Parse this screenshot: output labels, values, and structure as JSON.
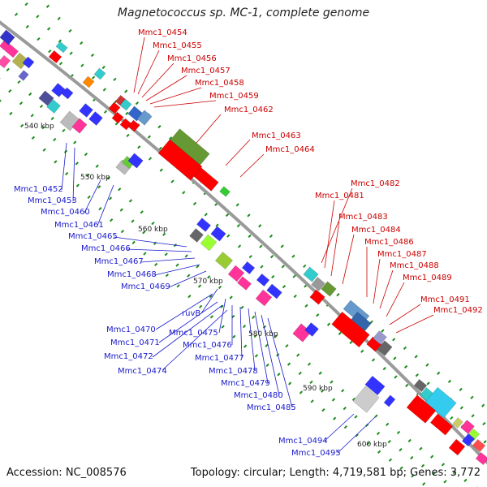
{
  "title": "Magnetococcus sp. MC-1, complete genome",
  "footer": {
    "accession": "Accession: NC_008576",
    "summary": "Topology: circular; Length: 4,719,581 bp; Genes: 3,772"
  },
  "scale_labels": [
    "540 kbp",
    "550 kbp",
    "560 kbp",
    "570 kbp",
    "580 kbp",
    "590 kbp",
    "600 kbp"
  ],
  "colors": {
    "forward_label": "#cc0000",
    "reverse_label": "#1a1acc",
    "backbone": "#999999",
    "tick": "#1a8c1a"
  },
  "forward_labels": [
    "Mmc1_0454",
    "Mmc1_0455",
    "Mmc1_0456",
    "Mmc1_0457",
    "Mmc1_0458",
    "Mmc1_0459",
    "Mmc1_0462",
    "Mmc1_0463",
    "Mmc1_0464",
    "Mmc1_0482",
    "Mmc1_0481",
    "Mmc1_0483",
    "Mmc1_0484",
    "Mmc1_0486",
    "Mmc1_0487",
    "Mmc1_0488",
    "Mmc1_0489",
    "Mmc1_0491",
    "Mmc1_0492"
  ],
  "reverse_labels": [
    "Mmc1_0452",
    "Mmc1_0453",
    "Mmc1_0460",
    "Mmc1_0461",
    "Mmc1_0465",
    "Mmc1_0466",
    "Mmc1_0467",
    "Mmc1_0468",
    "Mmc1_0469",
    "ruvB",
    "Mmc1_0470",
    "Mmc1_0475",
    "Mmc1_0471",
    "Mmc1_0476",
    "Mmc1_0472",
    "Mmc1_0477",
    "Mmc1_0474",
    "Mmc1_0478",
    "Mmc1_0479",
    "Mmc1_0480",
    "Mmc1_0485",
    "Mmc1_0494",
    "Mmc1_0495"
  ]
}
